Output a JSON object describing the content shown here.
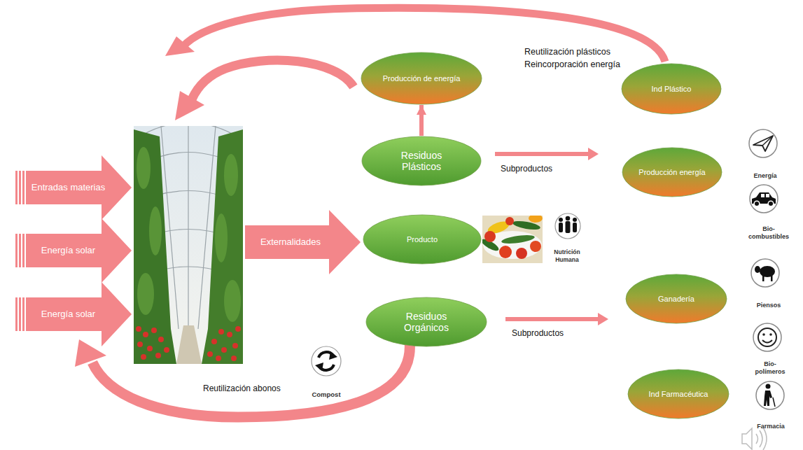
{
  "diagram": {
    "nodes": [
      {
        "text": [
          "Entradas materias"
        ]
      },
      {
        "text": [
          "Energía solar"
        ]
      },
      {
        "text": [
          "Energía solar"
        ]
      },
      {
        "text": [
          "Externalidades"
        ]
      },
      {
        "text": [
          "Producción de energía"
        ]
      },
      {
        "text": [
          "Residuos Plásticos"
        ]
      },
      {
        "text": [
          "Producto"
        ]
      },
      {
        "text": [
          "Residuos Orgánicos"
        ]
      },
      {
        "text": [
          "Ind Plástico"
        ]
      },
      {
        "text": [
          "Producción energía"
        ]
      },
      {
        "text": [
          "Ganadería"
        ]
      },
      {
        "text": [
          "Ind Farmacéutica"
        ]
      }
    ],
    "edges": [
      {
        "from": 5,
        "to": 4,
        "arrow": "to"
      }
    ],
    "labels": [
      "Reutilización plásticos",
      "Reincorporación energía",
      "Subproductos",
      "Nutrición Humana",
      "Subproductos",
      "Reutilización abonos",
      "Compost",
      "Energía",
      "Bio- combustibles",
      "Piensos",
      "Bio- polímeros",
      "Farmacia"
    ]
  }
}
